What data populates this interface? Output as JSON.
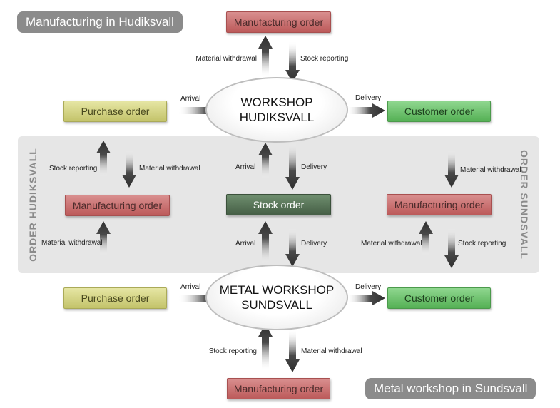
{
  "tags": {
    "top_left": "Manufacturing in Hudiksvall",
    "bottom_right": "Metal workshop in Sundsvall"
  },
  "side_labels": {
    "left": "ORDER HUDIKSVALL",
    "right": "ORDER SUNDSVALL"
  },
  "nodes": {
    "workshop_hudiksvall": {
      "line1": "WORKSHOP",
      "line2": "HUDIKSVALL"
    },
    "metal_workshop_sundsvall": {
      "line1": "METAL WORKSHOP",
      "line2": "SUNDSVALL"
    },
    "manufacturing_top": "Manufacturing order",
    "manufacturing_left": "Manufacturing order",
    "manufacturing_right": "Manufacturing order",
    "manufacturing_bottom": "Manufacturing order",
    "purchase_top": "Purchase order",
    "purchase_bottom": "Purchase order",
    "customer_top": "Customer order",
    "customer_bottom": "Customer order",
    "stock_order": "Stock order"
  },
  "edge_labels": {
    "top_withdrawal": "Material withdrawal",
    "top_reporting": "Stock reporting",
    "top_arrival": "Arrival",
    "top_delivery": "Delivery",
    "left_reporting": "Stock reporting",
    "left_withdrawal_upper": "Material withdrawal",
    "left_withdrawal_lower": "Material withdrawal",
    "mid_arrival_upper": "Arrival",
    "mid_delivery_upper": "Delivery",
    "mid_arrival_lower": "Arrival",
    "mid_delivery_lower": "Delivery",
    "right_withdrawal_upper": "Material withdrawal",
    "right_withdrawal_lower": "Material withdrawal",
    "right_reporting": "Stock reporting",
    "bottom_arrival": "Arrival",
    "bottom_delivery": "Delivery",
    "bottom_reporting": "Stock reporting",
    "bottom_withdrawal": "Material withdrawal"
  },
  "colors": {
    "manufacturing": "#c96a6a",
    "purchase": "#d2d288",
    "customer": "#6cc46c",
    "stock": "#566f56",
    "tag": "#8b8b8b",
    "band": "#e6e6e6"
  }
}
